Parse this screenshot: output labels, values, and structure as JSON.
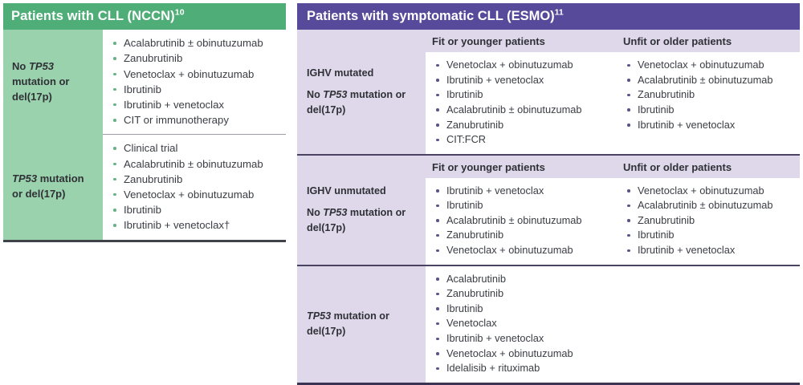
{
  "colors": {
    "nccn_header_bg": "#4fae77",
    "nccn_label_bg": "#9bd2ae",
    "nccn_bullet": "#62b583",
    "esmo_header_bg": "#584a9b",
    "esmo_label_bg": "#ded8ea",
    "esmo_bullet": "#5a5486",
    "body_text": "#3a3d44",
    "rule_dark_left": "#3f4249",
    "rule_dark_right": "#3b3454"
  },
  "left_table": {
    "title": "Patients with CLL (NCCN)",
    "title_superscript": "10",
    "rows": [
      {
        "label_html": "No <i>TP53</i> mutation or del(17p)",
        "items": [
          "Acalabrutinib ± obinutuzumab",
          "Zanubrutinib",
          "Venetoclax + obinutuzumab",
          "Ibrutinib",
          "Ibrutinib + venetoclax",
          "CIT or immunotherapy"
        ]
      },
      {
        "label_html": "<i>TP53</i> mutation or del(17p)",
        "items": [
          "Clinical trial",
          "Acalabrutinib ± obinutuzumab",
          "Zanubrutinib",
          "Venetoclax + obinutuzumab",
          "Ibrutinib",
          "Ibrutinib + venetoclax†"
        ]
      }
    ]
  },
  "right_table": {
    "title": "Patients with symptomatic CLL (ESMO)",
    "title_superscript": "11",
    "column_headers": {
      "fit": "Fit or younger patients",
      "unfit": "Unfit or older patients"
    },
    "groups": [
      {
        "label_lines_html": [
          "IGHV mutated",
          "No <i>TP53</i> mutation or del(17p)"
        ],
        "has_subheaders": true,
        "fit_items": [
          "Venetoclax + obinutuzumab",
          "Ibrutinib + venetoclax",
          "Ibrutinib",
          "Acalabrutinib ± obinutuzumab",
          "Zanubrutinib",
          "CIT:FCR"
        ],
        "unfit_items": [
          "Venetoclax + obinutuzumab",
          "Acalabrutinib ± obinutuzumab",
          "Zanubrutinib",
          "Ibrutinib",
          "Ibrutinib + venetoclax"
        ]
      },
      {
        "label_lines_html": [
          "IGHV unmutated",
          "No <i>TP53</i> mutation or del(17p)"
        ],
        "has_subheaders": true,
        "fit_items": [
          "Ibrutinib + venetoclax",
          "Ibrutinib",
          "Acalabrutinib ± obinutuzumab",
          "Zanubrutinib",
          "Venetoclax + obinutuzumab"
        ],
        "unfit_items": [
          "Venetoclax + obinutuzumab",
          "Acalabrutinib ± obinutuzumab",
          "Zanubrutinib",
          "Ibrutinib",
          "Ibrutinib + venetoclax"
        ]
      },
      {
        "label_lines_html": [
          "<i>TP53</i> mutation or del(17p)"
        ],
        "has_subheaders": false,
        "full_items": [
          "Acalabrutinib",
          "Zanubrutinib",
          "Ibrutinib",
          "Venetoclax",
          "Ibrutinib + venetoclax",
          "Venetoclax + obinutuzumab",
          "Idelalisib + rituximab"
        ]
      }
    ]
  }
}
